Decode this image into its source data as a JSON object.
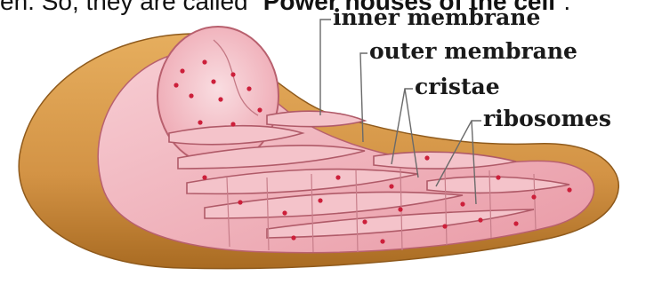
{
  "caption": {
    "prefix": "en. So, they are called “",
    "emphasis": "Power houses of the cell",
    "suffix": "”."
  },
  "labels": {
    "inner_membrane": "inner membrane",
    "outer_membrane": "outer membrane",
    "cristae": "cristae",
    "ribosomes": "ribosomes"
  },
  "colors": {
    "outer_membrane": "#d79a45",
    "outer_membrane_dark": "#b77a2c",
    "matrix": "#f2b8c0",
    "matrix_light": "#f8d4d8",
    "cristae_fold": "#e8a0ac",
    "ribosome_dot": "#cc1f3a",
    "leader_line": "#6a6a6a"
  }
}
